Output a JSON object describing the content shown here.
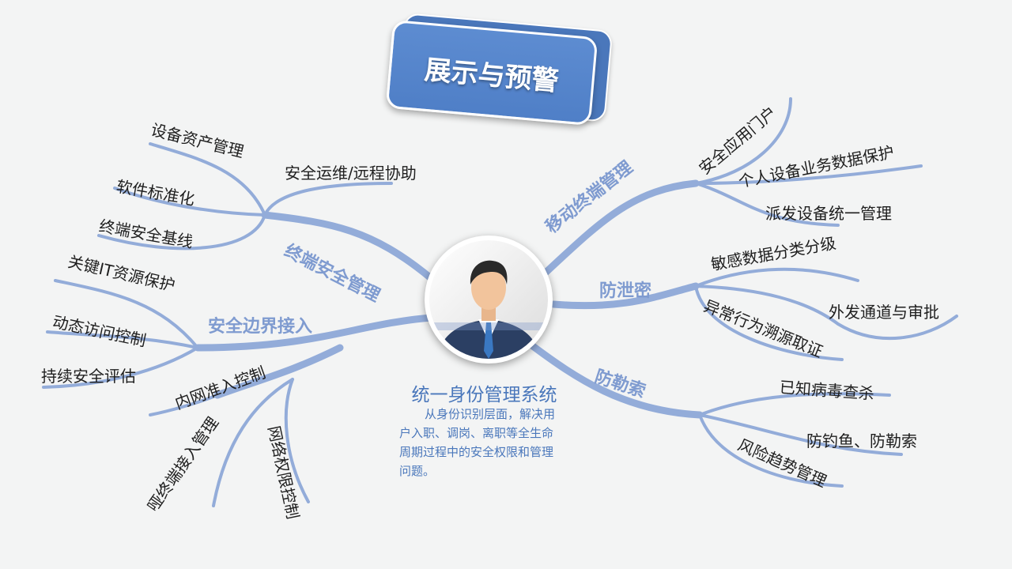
{
  "title_card": "展示与预警",
  "center": {
    "title": "统一身份管理系统",
    "description": "从身份识别层面，解决用户入职、调岗、离职等全生命周期过程中的安全权限和管理问题。"
  },
  "branches": {
    "terminal_security": {
      "label": "终端安全管理",
      "items": [
        "设备资产管理",
        "安全运维/远程协助",
        "软件标准化",
        "终端安全基线"
      ]
    },
    "boundary_access": {
      "label": "安全边界接入",
      "items": [
        "关键IT资源保护",
        "动态访问控制",
        "持续安全评估",
        "内网准入控制",
        "哑终端接入管理",
        "网络权限控制"
      ]
    },
    "mobile_terminal": {
      "label": "移动终端管理",
      "items": [
        "安全应用门户",
        "个人设备业务数据保护",
        "派发设备统一管理"
      ]
    },
    "leak_prevention": {
      "label": "防泄密",
      "items": [
        "敏感数据分类分级",
        "异常行为溯源取证",
        "外发通道与审批"
      ]
    },
    "anti_ransomware": {
      "label": "防勒索",
      "items": [
        "已知病毒查杀",
        "防钓鱼、防勒索",
        "风险趋势管理"
      ]
    }
  },
  "colors": {
    "branch": "#93acd9",
    "category_text": "#7f9bd0",
    "title_card": "#4f7fc7",
    "center_text": "#4a77bb"
  }
}
